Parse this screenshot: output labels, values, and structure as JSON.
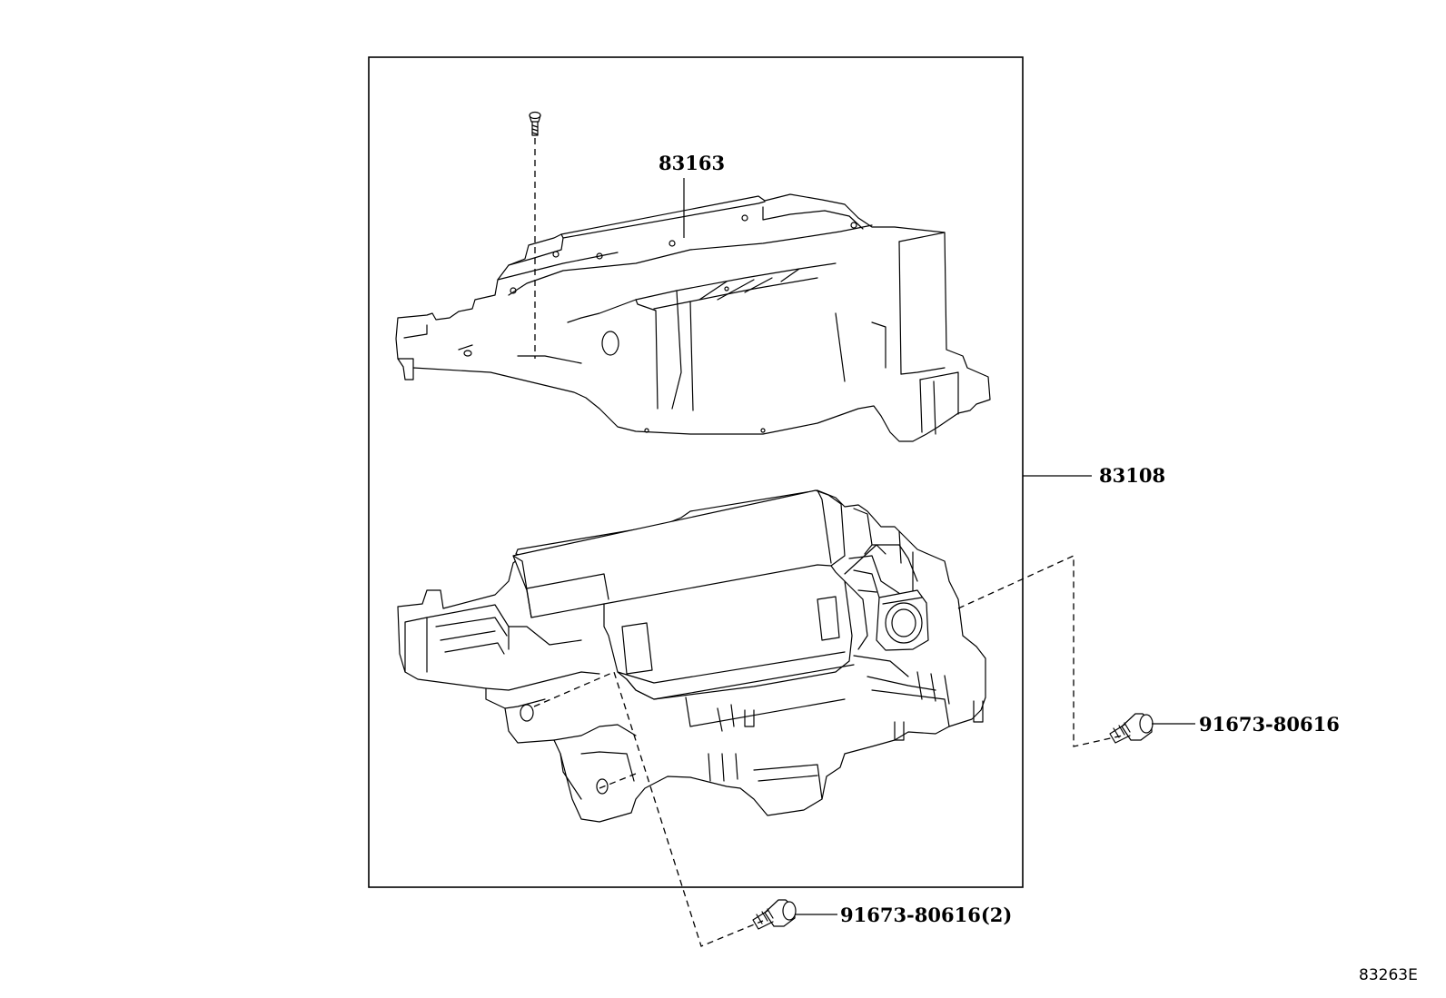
{
  "diagram": {
    "colors": {
      "line": "#000000",
      "background": "#ffffff"
    },
    "labels": {
      "upper_cover": "83163",
      "assembly": "83108",
      "screw_right": "91673-80616",
      "screw_bottom": "91673-80616(2)"
    },
    "reference_code": "83263E"
  }
}
